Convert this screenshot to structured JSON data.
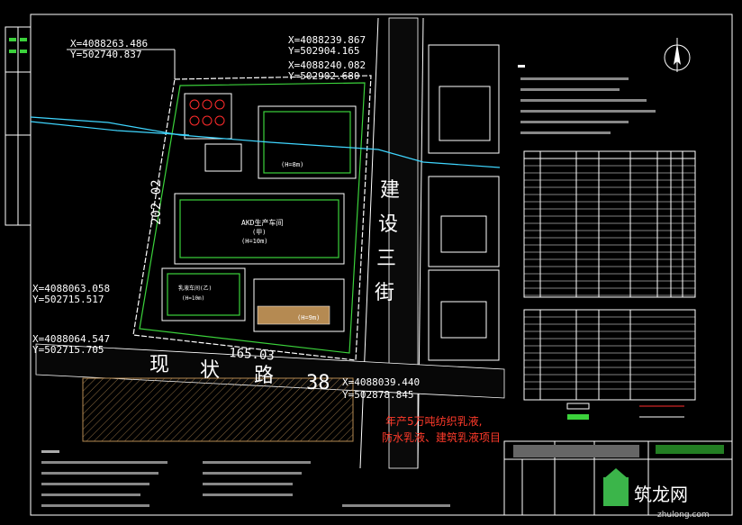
{
  "coords": {
    "nw": {
      "x": "X=4088263.486",
      "y": "Y=502740.837"
    },
    "ne": {
      "x": "X=4088239.867",
      "y": "Y=502904.165"
    },
    "ne2": {
      "x": "X=4088240.082",
      "y": "Y=502902.680"
    },
    "w": {
      "x": "X=4088063.058",
      "y": "Y=502715.517"
    },
    "sw": {
      "x": "X=4088064.547",
      "y": "Y=502715.705"
    },
    "se": {
      "x": "X=4088039.440",
      "y": "Y=502878.845"
    }
  },
  "dimensions": {
    "west": "202.02",
    "south": "165.03"
  },
  "roads": {
    "east": [
      "建",
      "设",
      "三",
      "街"
    ],
    "south": [
      "现",
      "状",
      "路",
      "38"
    ]
  },
  "buildings": {
    "main_hall": {
      "name": "AKD生产车间",
      "sub": "(甲)",
      "area": "(H=10m)"
    },
    "room_a": {
      "name": "(H=8m)"
    },
    "room_b": {
      "name": "乳液车间(乙)",
      "sub": "(H=10m)"
    },
    "room_c": {
      "name": "(H=9m)"
    }
  },
  "project_title": [
    "年产5万吨纺织乳液,",
    "防水乳液、建筑乳液项目"
  ],
  "watermark": {
    "brand": "筑龙网",
    "url": "zhulong.com"
  },
  "colors": {
    "bg": "#000000",
    "line": "#ffffff",
    "green": "#3bd23b",
    "cyan": "#3fd6ff",
    "red": "#ff2b2b",
    "yellow": "#e6e24a",
    "sand": "#b58a52"
  }
}
